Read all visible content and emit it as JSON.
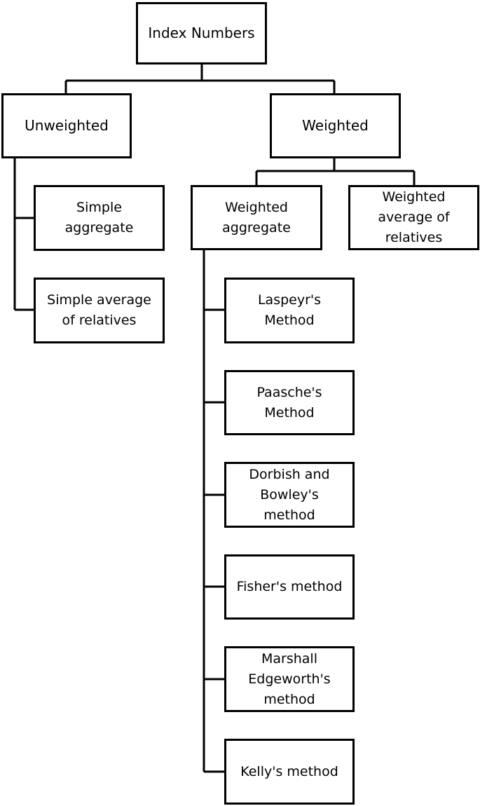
{
  "nodes": {
    "root": "Index Numbers",
    "unweighted": "Unweighted",
    "weighted": "Weighted",
    "simple_aggregate": "Simple\naggregate",
    "simple_average_relatives": "Simple average\nof relatives",
    "weighted_aggregate": "Weighted\naggregate",
    "weighted_average_relatives": "Weighted\naverage of\nrelatives",
    "laspeyr": "Laspeyr's\nMethod",
    "paasche": "Paasche's\nMethod",
    "dorbish_bowley": "Dorbish and\nBowley's\nmethod",
    "fisher": "Fisher's method",
    "marshall_edgeworth": "Marshall\nEdgeworth's\nmethod",
    "kelly": "Kelly's method"
  },
  "colors": {
    "line": "#000000",
    "box_border": "#000000",
    "box_fill": "#ffffff",
    "text": "#000000"
  }
}
